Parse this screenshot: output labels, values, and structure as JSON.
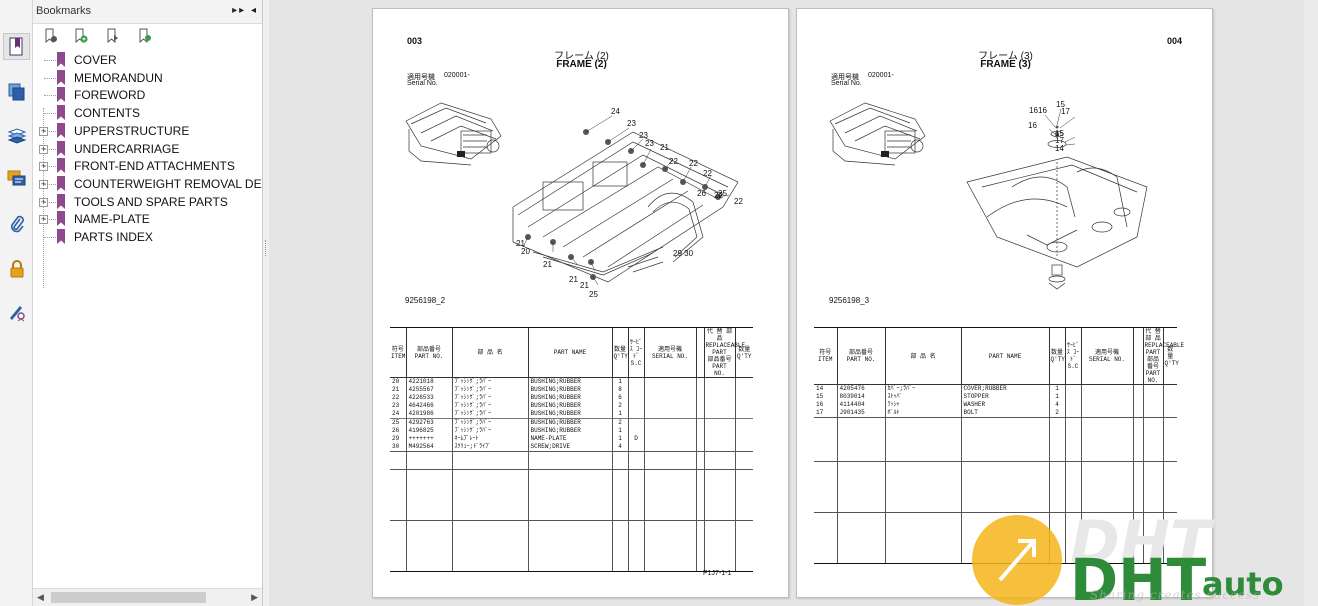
{
  "panel": {
    "title": "Bookmarks",
    "controls": "▸▸ ◂"
  },
  "bookmarks": [
    {
      "label": "COVER",
      "expandable": false
    },
    {
      "label": "MEMORANDUN",
      "expandable": false
    },
    {
      "label": "FOREWORD",
      "expandable": false
    },
    {
      "label": "CONTENTS",
      "expandable": false
    },
    {
      "label": "UPPERSTRUCTURE",
      "expandable": true
    },
    {
      "label": "UNDERCARRIAGE",
      "expandable": true
    },
    {
      "label": "FRONT-END ATTACHMENTS",
      "expandable": true
    },
    {
      "label": "COUNTERWEIGHT REMOVAL DEVI",
      "expandable": true
    },
    {
      "label": "TOOLS AND SPARE PARTS",
      "expandable": true
    },
    {
      "label": "NAME-PLATE",
      "expandable": true
    },
    {
      "label": "PARTS INDEX",
      "expandable": false
    }
  ],
  "colors": {
    "bookmark_flag": "#8e4a8c",
    "rail_icon": "#2b5fa8",
    "rail_accent": "#e8a21a"
  },
  "pages": [
    {
      "number": "003",
      "title_jp": "フレーム (2)",
      "title_en": "FRAME (2)",
      "serial_jp": "適用号機",
      "serial_en": "Serial No.",
      "serial_value": "020001-",
      "figure_no": "9256198_2",
      "footer_code": "P1J7-1-1",
      "callouts": [
        "24",
        "23",
        "23",
        "23",
        "21",
        "22",
        "22",
        "22",
        "22",
        "26",
        "25",
        "22",
        "21",
        "20",
        "21",
        "21",
        "21",
        "25",
        "29 30"
      ],
      "headers": {
        "item_jp": "符号",
        "item_en": "ITEM",
        "partno_jp": "部品番号",
        "partno_en": "PART NO.",
        "name_jp": "部 品 名",
        "name_en": "PART NAME",
        "qty_jp": "数量",
        "qty_en": "Q'TY",
        "sc_jp": "ｻｰﾋﾞｽ ｺｰﾄﾞ",
        "sc_en": "S.C",
        "serial_jp": "適用号機",
        "serial_en": "SERIAL NO.",
        "repl_jp": "代 替 部 品",
        "repl_en": "REPLACEABLE PART",
        "repl_partno": "部品番号 PART NO.",
        "repl_qty": "数量 Q'TY"
      },
      "rows": [
        {
          "item": "20",
          "part_no": "4221018",
          "name_jp": "ﾌﾞｯｼﾝｸﾞ;ﾗﾊﾞｰ",
          "name_en": "BUSHING;RUBBER",
          "qty": "1",
          "sc": ""
        },
        {
          "item": "21",
          "part_no": "4255567",
          "name_jp": "ﾌﾞｯｼﾝｸﾞ;ﾗﾊﾞｰ",
          "name_en": "BUSHING;RUBBER",
          "qty": "8",
          "sc": ""
        },
        {
          "item": "22",
          "part_no": "4226533",
          "name_jp": "ﾌﾞｯｼﾝｸﾞ;ﾗﾊﾞｰ",
          "name_en": "BUSHING;RUBBER",
          "qty": "6",
          "sc": ""
        },
        {
          "item": "23",
          "part_no": "4642466",
          "name_jp": "ﾌﾞｯｼﾝｸﾞ;ﾗﾊﾞｰ",
          "name_en": "BUSHING;RUBBER",
          "qty": "2",
          "sc": ""
        },
        {
          "item": "24",
          "part_no": "4201986",
          "name_jp": "ﾌﾞｯｼﾝｸﾞ;ﾗﾊﾞｰ",
          "name_en": "BUSHING;RUBBER",
          "qty": "1",
          "sc": ""
        },
        {
          "item": "25",
          "part_no": "4292763",
          "name_jp": "ﾌﾞｯｼﾝｸﾞ;ﾗﾊﾞｰ",
          "name_en": "BUSHING;RUBBER",
          "qty": "2",
          "sc": ""
        },
        {
          "item": "26",
          "part_no": "4196825",
          "name_jp": "ﾌﾞｯｼﾝｸﾞ;ﾗﾊﾞｰ",
          "name_en": "BUSHING;RUBBER",
          "qty": "1",
          "sc": ""
        },
        {
          "item": "29",
          "part_no": "+++++++",
          "name_jp": "ﾈｰﾑﾌﾟﾚｰﾄ",
          "name_en": "NAME-PLATE",
          "qty": "1",
          "sc": "D"
        },
        {
          "item": "30",
          "part_no": "M492564",
          "name_jp": "ｽｸﾘｭｰ;ﾄﾞﾗｲﾌﾞ",
          "name_en": "SCREW;DRIVE",
          "qty": "4",
          "sc": ""
        }
      ]
    },
    {
      "number": "004",
      "title_jp": "フレーム (3)",
      "title_en": "FRAME (3)",
      "serial_jp": "適用号機",
      "serial_en": "Serial No.",
      "serial_value": "020001-",
      "figure_no": "9256198_3",
      "footer_code": "",
      "callouts": [
        "15",
        "16",
        "16",
        "17",
        "16",
        "15",
        "17",
        "14"
      ],
      "headers": {
        "item_jp": "符号",
        "item_en": "ITEM",
        "partno_jp": "部品番号",
        "partno_en": "PART NO.",
        "name_jp": "部 品 名",
        "name_en": "PART NAME",
        "qty_jp": "数量",
        "qty_en": "Q'TY",
        "sc_jp": "ｻｰﾋﾞｽ ｺｰﾄﾞ",
        "sc_en": "S.C",
        "serial_jp": "適用号機",
        "serial_en": "SERIAL NO.",
        "repl_jp": "代 替 部 品",
        "repl_en": "REPLACEABLE PART",
        "repl_partno": "部品番号 PART NO.",
        "repl_qty": "数量 Q'TY"
      },
      "rows": [
        {
          "item": "14",
          "part_no": "4205476",
          "name_jp": "ｶﾊﾞｰ;ﾗﾊﾞｰ",
          "name_en": "COVER;RUBBER",
          "qty": "1",
          "sc": ""
        },
        {
          "item": "15",
          "part_no": "8039014",
          "name_jp": "ｽﾄｯﾊﾟ",
          "name_en": "STOPPER",
          "qty": "1",
          "sc": ""
        },
        {
          "item": "16",
          "part_no": "4114404",
          "name_jp": "ﾜｯｼｬ",
          "name_en": "WASHER",
          "qty": "4",
          "sc": ""
        },
        {
          "item": "17",
          "part_no": "J901435",
          "name_jp": "ﾎﾞﾙﾄ",
          "name_en": "BOLT",
          "qty": "2",
          "sc": ""
        }
      ]
    }
  ],
  "watermark": {
    "logo_text": "DHT",
    "brand": "auto",
    "tagline": "Sharing creates success"
  }
}
